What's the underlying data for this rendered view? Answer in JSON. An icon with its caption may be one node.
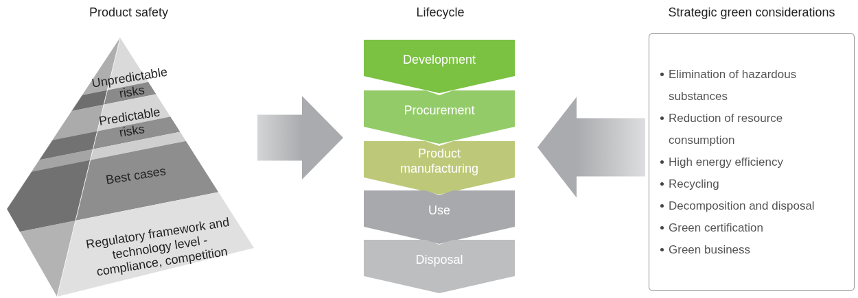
{
  "diagram": {
    "nodes": [
      {
        "text": [
          "Product safety"
        ]
      },
      {
        "text": [
          "Unpredictable risks"
        ],
        "in": 0
      },
      {
        "text": [
          "Predictable risks"
        ],
        "in": 0
      },
      {
        "text": [
          "Best cases"
        ],
        "in": 0
      },
      {
        "text": [
          "Regulatory framework and technology level -compliance, competition"
        ],
        "in": 0
      },
      {
        "text": [
          "Lifecycle"
        ]
      },
      {
        "text": [
          "Development"
        ],
        "in": 5
      },
      {
        "text": [
          "Procurement"
        ],
        "in": 5
      },
      {
        "text": [
          "Product manufacturing"
        ],
        "in": 5
      },
      {
        "text": [
          "Use"
        ],
        "in": 5
      },
      {
        "text": [
          "Disposal"
        ],
        "in": 5
      },
      {
        "text": [
          "Strategic green considerations",
          "Elimination of hazardous substances",
          "Reduction of resource consumption",
          "High energy efficiency",
          "Recycling",
          "Decomposition and disposal",
          "Green certification",
          "Green business"
        ]
      }
    ],
    "edges": [
      {
        "from": 0,
        "to": 5,
        "arrow": "to",
        "style": "thick"
      },
      {
        "from": 11,
        "to": 5,
        "arrow": "to",
        "style": "thick"
      }
    ]
  }
}
